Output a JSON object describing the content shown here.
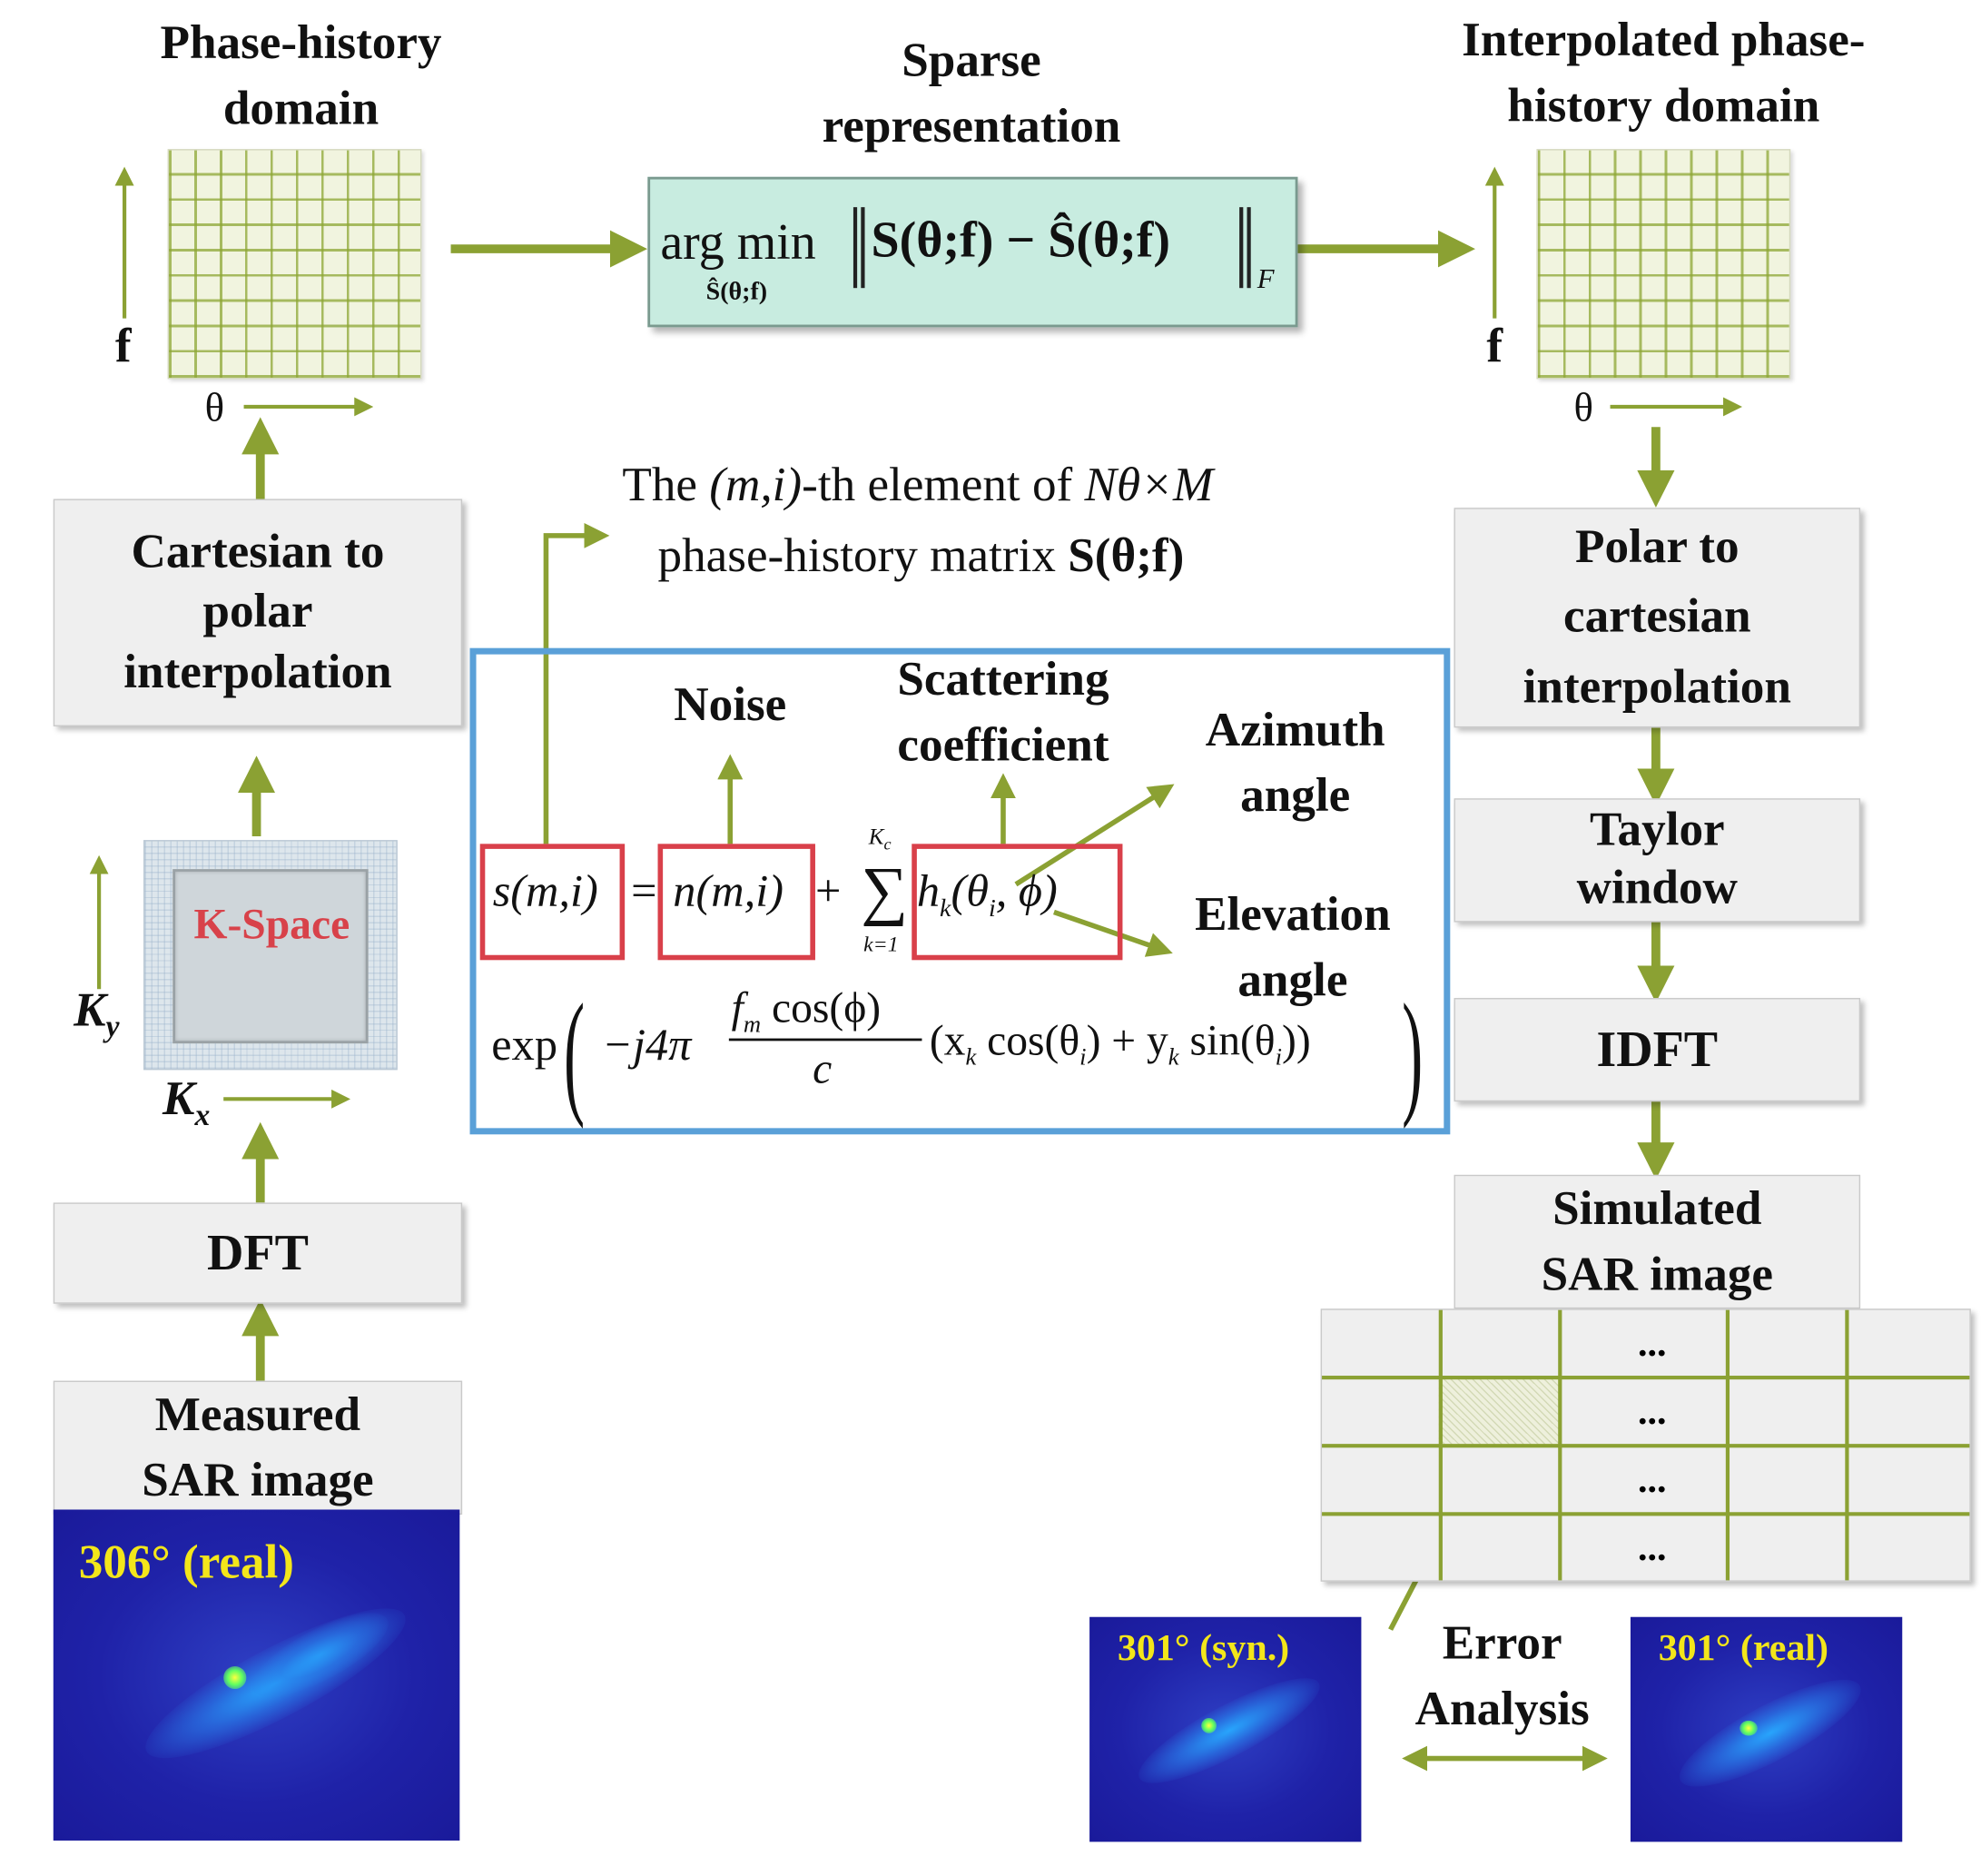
{
  "headers": {
    "phase_history": "Phase-history\ndomain",
    "sparse": "Sparse\nrepresentation",
    "interpolated": "Interpolated phase-\nhistory domain"
  },
  "axes": {
    "f_left": "f",
    "theta_left": "θ",
    "f_right": "f",
    "theta_right": "θ",
    "ky": "K",
    "ky_sub": "y",
    "kx": "K",
    "kx_sub": "x"
  },
  "sparse_formula": {
    "argmin": "arg min",
    "argmin_sub": "Ŝ(θ;f)",
    "norm": "S(θ;f) − Ŝ(θ;f)",
    "norm_sub": "F"
  },
  "left_chain": {
    "cartesian_to_polar": "Cartesian to\npolar\ninterpolation",
    "kspace": "K-Space",
    "dft": "DFT",
    "measured": "Measured\nSAR image",
    "measured_image_title": "306° (real)"
  },
  "right_chain": {
    "polar_to_cartesian": "Polar to\ncartesian\ninterpolation",
    "taylor": "Taylor\nwindow",
    "idft": "IDFT",
    "simulated": "Simulated\nSAR image",
    "table_dots": [
      "...",
      "...",
      "...",
      "..."
    ]
  },
  "element_note": {
    "line1_pre": "The ",
    "line1_mi": "(m,i)",
    "line1_mid": "-th element of ",
    "line1_dim": "Nθ×M",
    "line2_pre": "phase-history matrix ",
    "line2_bold": "S(θ;f)"
  },
  "model": {
    "noise": "Noise",
    "scattering": "Scattering\ncoefficient",
    "azimuth": "Azimuth\nangle",
    "elevation": "Elevation\nangle",
    "eq_s": "s(m,i)",
    "eq_eq": "=",
    "eq_n": "n(m,i)",
    "eq_plus": "+",
    "eq_sum": "∑",
    "eq_sum_top": "K",
    "eq_sum_top_sub": "c",
    "eq_sum_bottom": "k=1",
    "eq_h": "h",
    "eq_h_sub": "k",
    "eq_h_args": "(θ",
    "eq_h_args_sub": "i",
    "eq_h_args_end": ", ϕ)",
    "eq2_exp": "exp",
    "eq2_neg": "−j4π",
    "eq2_num": "f",
    "eq2_num_sub": "m",
    "eq2_num_rest": " cos(ϕ)",
    "eq2_den": "c",
    "eq2_rest": "(x",
    "eq2_rest_sub1": "k",
    "eq2_rest_mid": " cos(θ",
    "eq2_rest_sub2": "i",
    "eq2_rest_mid2": ") + y",
    "eq2_rest_sub3": "k",
    "eq2_rest_mid3": " sin(θ",
    "eq2_rest_sub4": "i",
    "eq2_rest_end": "))"
  },
  "error": {
    "label": "Error\nAnalysis",
    "syn_title": "301° (syn.)",
    "real_title": "301° (real)"
  },
  "colors": {
    "arrow": "#8ba133",
    "box_fill": "#efefef",
    "formula_fill": "#c8ece0",
    "model_border": "#5aa0d8",
    "red_box": "#d9404a",
    "sar_text": "#f3e61a",
    "kspace_text": "#d8424a"
  }
}
